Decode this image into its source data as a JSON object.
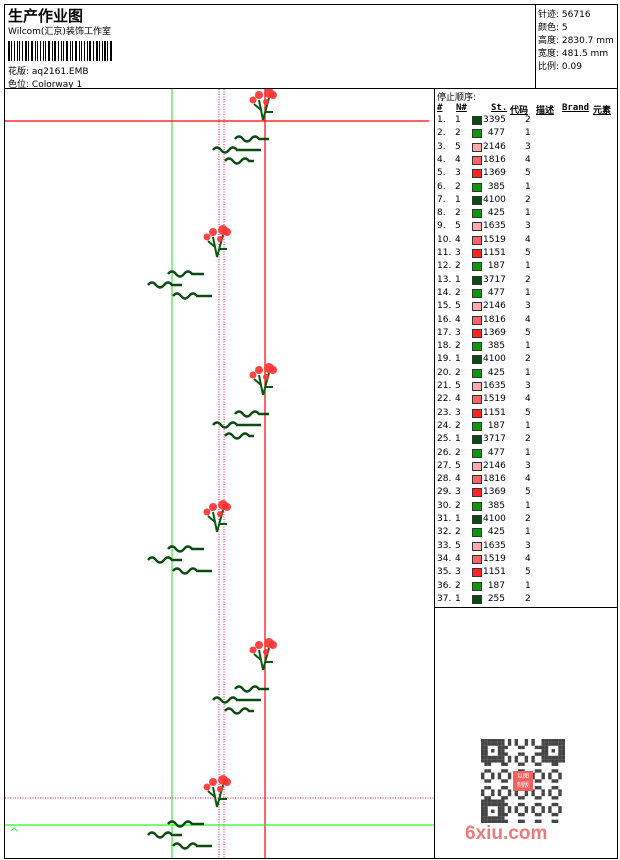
{
  "header": {
    "title": "生产作业图",
    "company": "Wilcom(汇京)装饰工作室",
    "design_label": "花版:",
    "design_value": "aq2161.EMB",
    "colorway_label": "色位:",
    "colorway_value": "Colorway 1"
  },
  "stats": [
    {
      "label": "针迹:",
      "value": "56716"
    },
    {
      "label": "颜色:",
      "value": "5"
    },
    {
      "label": "高度:",
      "value": "2830.7 mm"
    },
    {
      "label": "宽度:",
      "value": "481.5 mm"
    },
    {
      "label": "比例:",
      "value": "0.09"
    }
  ],
  "stop_sequence": {
    "title": "停止顺序:",
    "headers": {
      "num": "#",
      "n": "N#",
      "st": "St.",
      "code": "代码",
      "desc": "描述",
      "brand": "Brand",
      "element": "元素"
    },
    "colors": {
      "1": "#0b4a12",
      "2": "#0a980a",
      "3": "#ff2424",
      "4": "#ff6464",
      "5": "#ffaaaa"
    },
    "rows": [
      {
        "num": "1.",
        "n": "1",
        "st": "3395",
        "code": "2"
      },
      {
        "num": "2.",
        "n": "2",
        "st": "477",
        "code": "1"
      },
      {
        "num": "3.",
        "n": "5",
        "st": "2146",
        "code": "3"
      },
      {
        "num": "4.",
        "n": "4",
        "st": "1816",
        "code": "4"
      },
      {
        "num": "5.",
        "n": "3",
        "st": "1369",
        "code": "5"
      },
      {
        "num": "6.",
        "n": "2",
        "st": "385",
        "code": "1"
      },
      {
        "num": "7.",
        "n": "1",
        "st": "4100",
        "code": "2"
      },
      {
        "num": "8.",
        "n": "2",
        "st": "425",
        "code": "1"
      },
      {
        "num": "9.",
        "n": "5",
        "st": "1635",
        "code": "3"
      },
      {
        "num": "10.",
        "n": "4",
        "st": "1519",
        "code": "4"
      },
      {
        "num": "11.",
        "n": "3",
        "st": "1151",
        "code": "5"
      },
      {
        "num": "12.",
        "n": "2",
        "st": "187",
        "code": "1"
      },
      {
        "num": "13.",
        "n": "1",
        "st": "3717",
        "code": "2"
      },
      {
        "num": "14.",
        "n": "2",
        "st": "477",
        "code": "1"
      },
      {
        "num": "15.",
        "n": "5",
        "st": "2146",
        "code": "3"
      },
      {
        "num": "16.",
        "n": "4",
        "st": "1816",
        "code": "4"
      },
      {
        "num": "17.",
        "n": "3",
        "st": "1369",
        "code": "5"
      },
      {
        "num": "18.",
        "n": "2",
        "st": "385",
        "code": "1"
      },
      {
        "num": "19.",
        "n": "1",
        "st": "4100",
        "code": "2"
      },
      {
        "num": "20.",
        "n": "2",
        "st": "425",
        "code": "1"
      },
      {
        "num": "21.",
        "n": "5",
        "st": "1635",
        "code": "3"
      },
      {
        "num": "22.",
        "n": "4",
        "st": "1519",
        "code": "4"
      },
      {
        "num": "23.",
        "n": "3",
        "st": "1151",
        "code": "5"
      },
      {
        "num": "24.",
        "n": "2",
        "st": "187",
        "code": "1"
      },
      {
        "num": "25.",
        "n": "1",
        "st": "3717",
        "code": "2"
      },
      {
        "num": "26.",
        "n": "2",
        "st": "477",
        "code": "1"
      },
      {
        "num": "27.",
        "n": "5",
        "st": "2146",
        "code": "3"
      },
      {
        "num": "28.",
        "n": "4",
        "st": "1816",
        "code": "4"
      },
      {
        "num": "29.",
        "n": "3",
        "st": "1369",
        "code": "5"
      },
      {
        "num": "30.",
        "n": "2",
        "st": "385",
        "code": "1"
      },
      {
        "num": "31.",
        "n": "1",
        "st": "4100",
        "code": "2"
      },
      {
        "num": "32.",
        "n": "2",
        "st": "425",
        "code": "1"
      },
      {
        "num": "33.",
        "n": "5",
        "st": "1635",
        "code": "3"
      },
      {
        "num": "34.",
        "n": "4",
        "st": "1519",
        "code": "4"
      },
      {
        "num": "35.",
        "n": "3",
        "st": "1151",
        "code": "5"
      },
      {
        "num": "36.",
        "n": "2",
        "st": "187",
        "code": "1"
      },
      {
        "num": "37.",
        "n": "1",
        "st": "255",
        "code": "2"
      }
    ]
  },
  "watermark": {
    "seal": "以图制版",
    "site": "6xiu.com"
  }
}
